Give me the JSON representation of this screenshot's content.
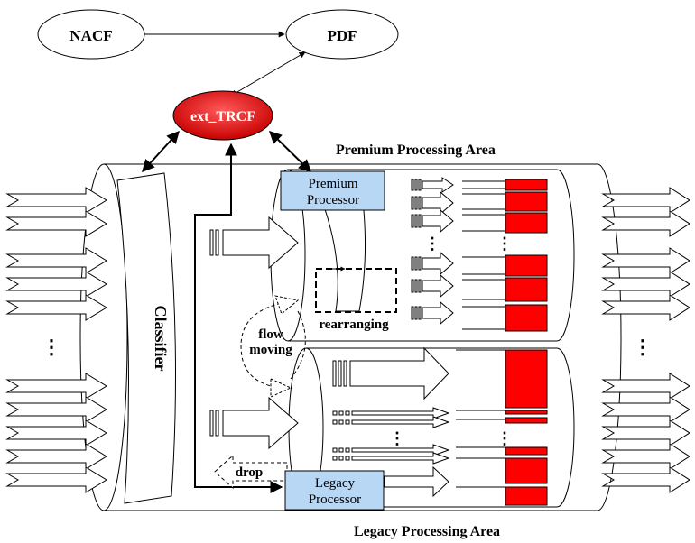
{
  "nodes": {
    "nacf": "NACF",
    "pdf": "PDF",
    "ext_trcf": "ext_TRCF"
  },
  "areas": {
    "premium_title": "Premium Processing Area",
    "legacy_title": "Legacy Processing Area"
  },
  "components": {
    "classifier": "Classifier",
    "premium_processor_line1": "Premium",
    "premium_processor_line2": "Processor",
    "legacy_processor_line1": "Legacy",
    "legacy_processor_line2": "Processor"
  },
  "annotations": {
    "rearranging": "rearranging",
    "flow_line1": "flow",
    "flow_line2": "moving",
    "drop": "drop",
    "ellipsis": "⋮"
  },
  "colors": {
    "trcf_fill": "#e02020",
    "queue_red": "#ff0000",
    "processor_blue": "#b7d7f4"
  }
}
